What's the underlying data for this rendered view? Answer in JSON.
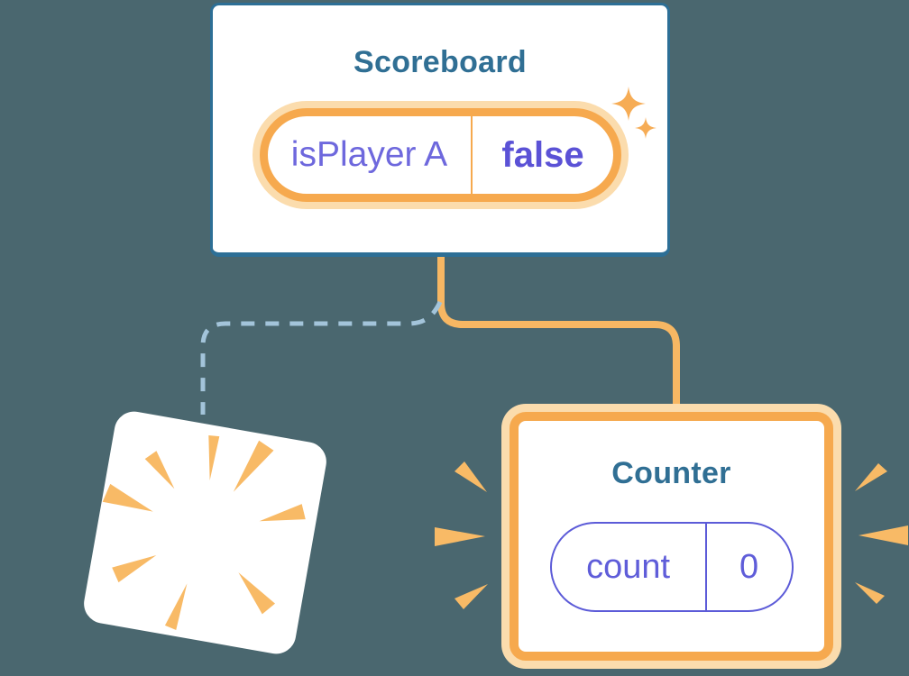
{
  "colors": {
    "background": "#4A676F",
    "card_border_blue": "#2D6F96",
    "title_teal": "#306F94",
    "orange": "#F6A94E",
    "orange_line": "#F7B763",
    "orange_light": "#FBDCAD",
    "orange_burst": "#F8BA66",
    "purple_key": "#6E68DD",
    "purple_value": "#5B52D6",
    "purple_counter": "#5F5DD9",
    "pill_purple": "#5C5BD8",
    "dash_blue": "#A3C4DA",
    "card_white": "#FFFFFF"
  },
  "scoreboard_card": {
    "title": "Scoreboard",
    "state_pill": {
      "key": "isPlayer A",
      "value": "false"
    }
  },
  "counter_card": {
    "title": "Counter",
    "state_pill": {
      "key": "count",
      "value": "0"
    }
  },
  "icons": {
    "sparkles": "sparkle-stars (new state created)",
    "poof": "poof-burst (component removed)",
    "emphasis": "emphasis-rays (highlighted component)"
  }
}
